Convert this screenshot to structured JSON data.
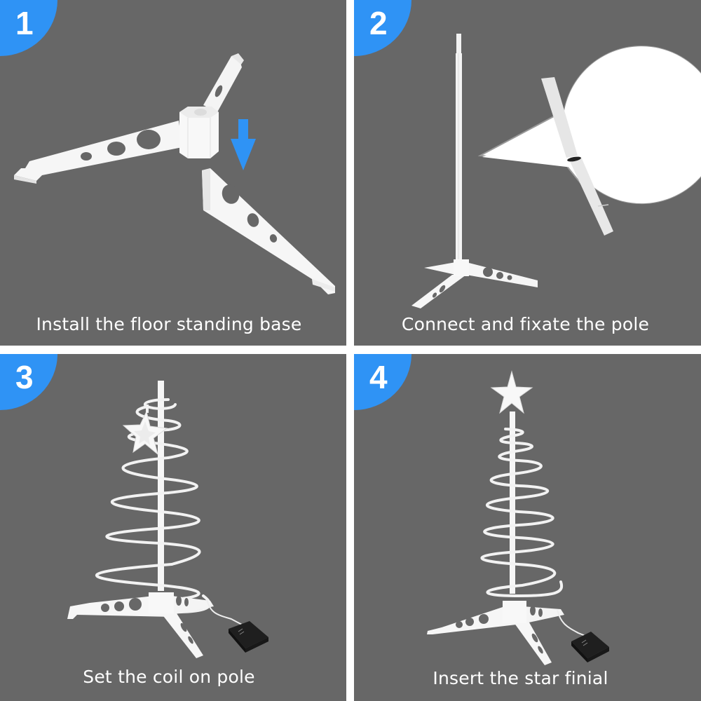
{
  "colors": {
    "panel_bg": "#676767",
    "divider": "#ffffff",
    "badge": "#2f93f5",
    "arrow": "#2f93f5",
    "caption_text": "#ffffff",
    "part_white": "#f7f7f7",
    "battery_box": "#1f1f1f"
  },
  "steps": [
    {
      "number": "1",
      "caption": "Install the floor standing base",
      "illustration": "tripod-base-leg-insertion",
      "icons": [
        "down-arrow-icon"
      ]
    },
    {
      "number": "2",
      "caption": "Connect and fixate the pole",
      "illustration": "pole-on-base-with-zoom-callout",
      "icons": [
        "magnifier-callout"
      ]
    },
    {
      "number": "3",
      "caption": "Set the coil on pole",
      "illustration": "spiral-tree-star-hanging",
      "icons": [
        "star-icon",
        "battery-box-icon"
      ]
    },
    {
      "number": "4",
      "caption": "Insert the star finial",
      "illustration": "spiral-tree-star-on-top",
      "icons": [
        "star-icon",
        "battery-box-icon"
      ]
    }
  ]
}
